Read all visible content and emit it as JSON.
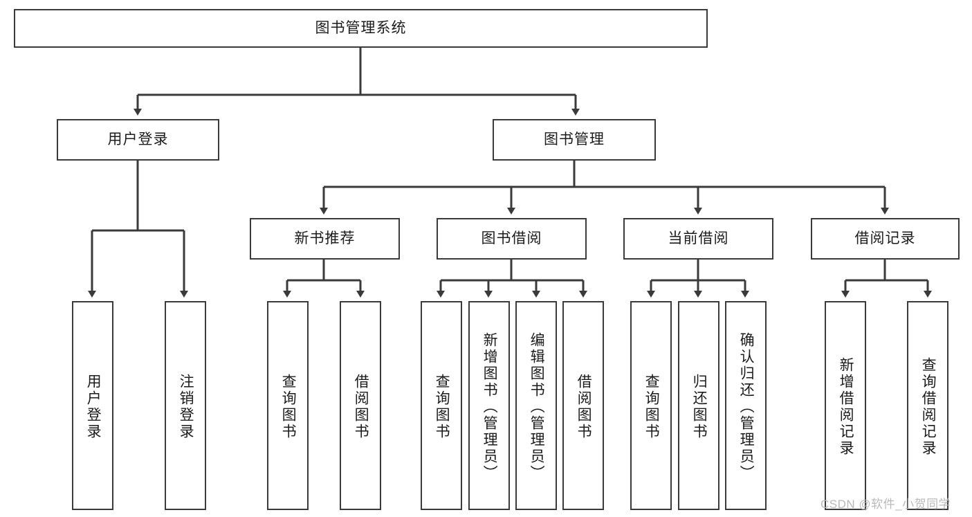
{
  "diagram": {
    "type": "hierarchy-tree",
    "title": "图书管理系统",
    "line_color": "#3a3a3a",
    "box_fill": "#ffffff",
    "text_color": "#1b1b1b",
    "watermark": "CSDN @软件_小贺同学",
    "levels": {
      "root": {
        "label": "图书管理系统"
      },
      "level2": [
        {
          "label": "用户登录"
        },
        {
          "label": "图书管理"
        }
      ],
      "level3": [
        {
          "label": "新书推荐"
        },
        {
          "label": "图书借阅"
        },
        {
          "label": "当前借阅"
        },
        {
          "label": "借阅记录"
        }
      ],
      "leaves": {
        "user_login": [
          {
            "label": "用户登录"
          },
          {
            "label": "注销登录"
          }
        ],
        "new_book_recommend": [
          {
            "label": "查询图书"
          },
          {
            "label": "借阅图书"
          }
        ],
        "book_borrow": [
          {
            "label": "查询图书"
          },
          {
            "label": "新增图书（管理员）"
          },
          {
            "label": "编辑图书（管理员）"
          },
          {
            "label": "借阅图书"
          }
        ],
        "current_borrow": [
          {
            "label": "查询图书"
          },
          {
            "label": "归还图书"
          },
          {
            "label": "确认归还（管理员）"
          }
        ],
        "borrow_records": [
          {
            "label": "新增借阅记录"
          },
          {
            "label": "查询借阅记录"
          }
        ]
      }
    }
  }
}
